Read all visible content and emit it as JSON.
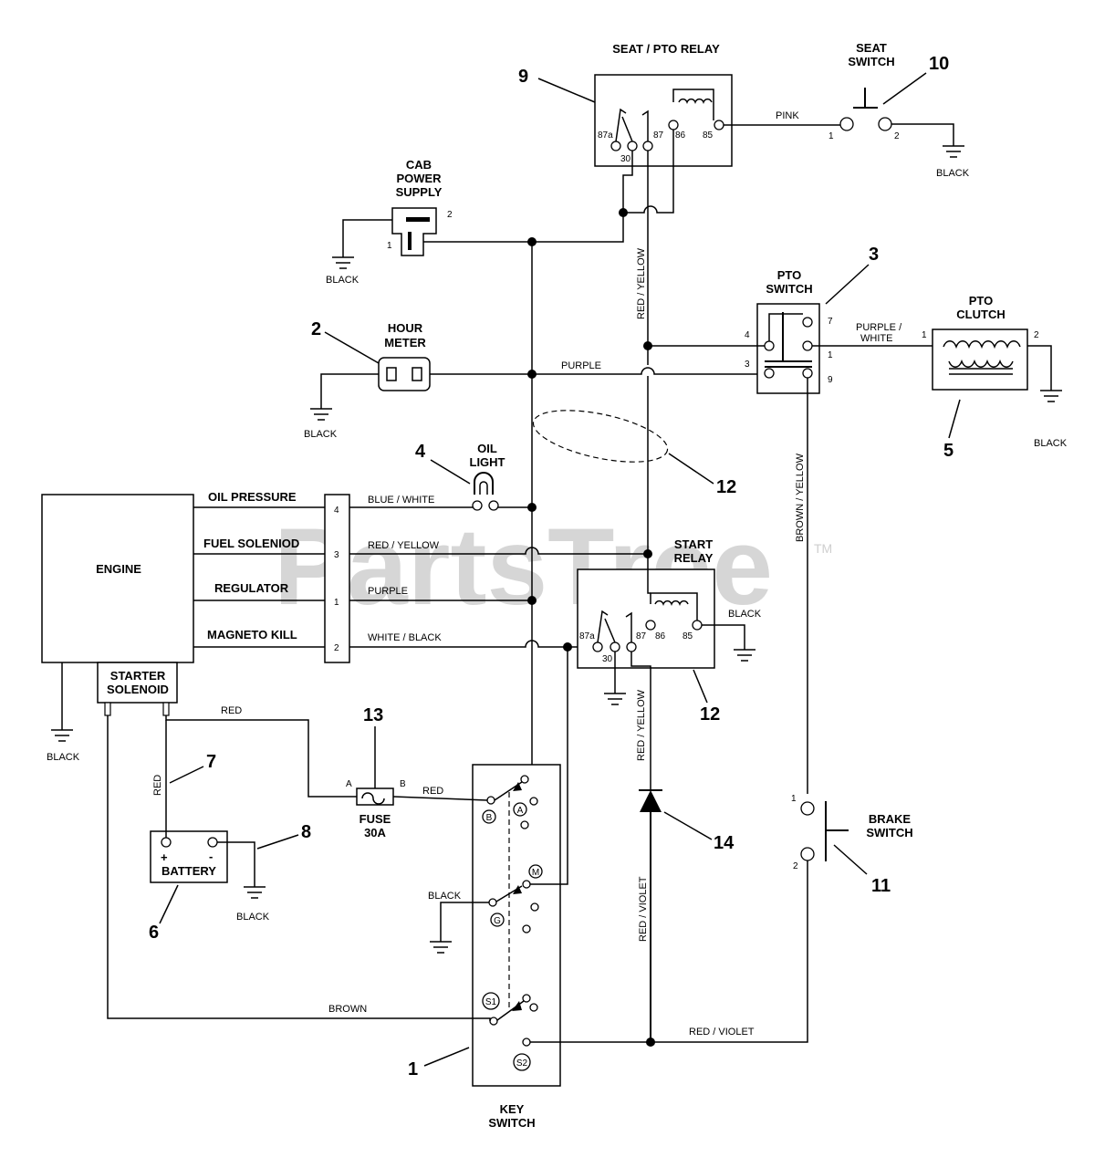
{
  "watermark": {
    "text": "PartsTree",
    "tm": "TM"
  },
  "components": {
    "seat_pto_relay": "SEAT / PTO RELAY",
    "seat_switch": [
      "SEAT",
      "SWITCH"
    ],
    "cab_power_supply": [
      "CAB",
      "POWER",
      "SUPPLY"
    ],
    "pto_switch": [
      "PTO",
      "SWITCH"
    ],
    "pto_clutch": [
      "PTO",
      "CLUTCH"
    ],
    "hour_meter": [
      "HOUR",
      "METER"
    ],
    "oil_light": [
      "OIL",
      "LIGHT"
    ],
    "engine": "ENGINE",
    "start_relay": [
      "START",
      "RELAY"
    ],
    "starter_solenoid": [
      "STARTER",
      "SOLENOID"
    ],
    "fuse": [
      "FUSE",
      "30A"
    ],
    "battery": "BATTERY",
    "battery_plus": "+",
    "battery_minus": "-",
    "brake_switch": [
      "BRAKE",
      "SWITCH"
    ],
    "key_switch": [
      "KEY",
      "SWITCH"
    ]
  },
  "engine_outputs": [
    "OIL PRESSURE",
    "FUEL SOLENIOD",
    "REGULATOR",
    "MAGNETO KILL"
  ],
  "engine_pins": [
    "4",
    "3",
    "1",
    "2"
  ],
  "wires": {
    "pink": "PINK",
    "black": "BLACK",
    "red_yellow": "RED / YELLOW",
    "purple": "PURPLE",
    "purple_white": [
      "PURPLE /",
      "WHITE"
    ],
    "blue_white": "BLUE / WHITE",
    "white_black": "WHITE / BLACK",
    "brown_yellow": "BROWN / YELLOW",
    "red": "RED",
    "red_violet": "RED / VIOLET",
    "brown": "BROWN"
  },
  "pins": {
    "relay": [
      "87a",
      "30",
      "87",
      "86",
      "85"
    ],
    "seat_switch": [
      "1",
      "2"
    ],
    "cab": [
      "1",
      "2"
    ],
    "pto_switch": [
      "4",
      "3",
      "7",
      "1",
      "9"
    ],
    "pto_clutch": [
      "1",
      "2"
    ],
    "fuse": [
      "A",
      "B"
    ],
    "brake": [
      "1",
      "2"
    ],
    "key": [
      "A",
      "B",
      "M",
      "G",
      "S1",
      "S2"
    ]
  },
  "callouts": [
    "1",
    "2",
    "3",
    "4",
    "5",
    "6",
    "7",
    "8",
    "9",
    "10",
    "11",
    "12",
    "12",
    "13",
    "14"
  ],
  "colors": {
    "line": "#000000",
    "watermark": "#d6d6d6",
    "background": "#ffffff"
  }
}
